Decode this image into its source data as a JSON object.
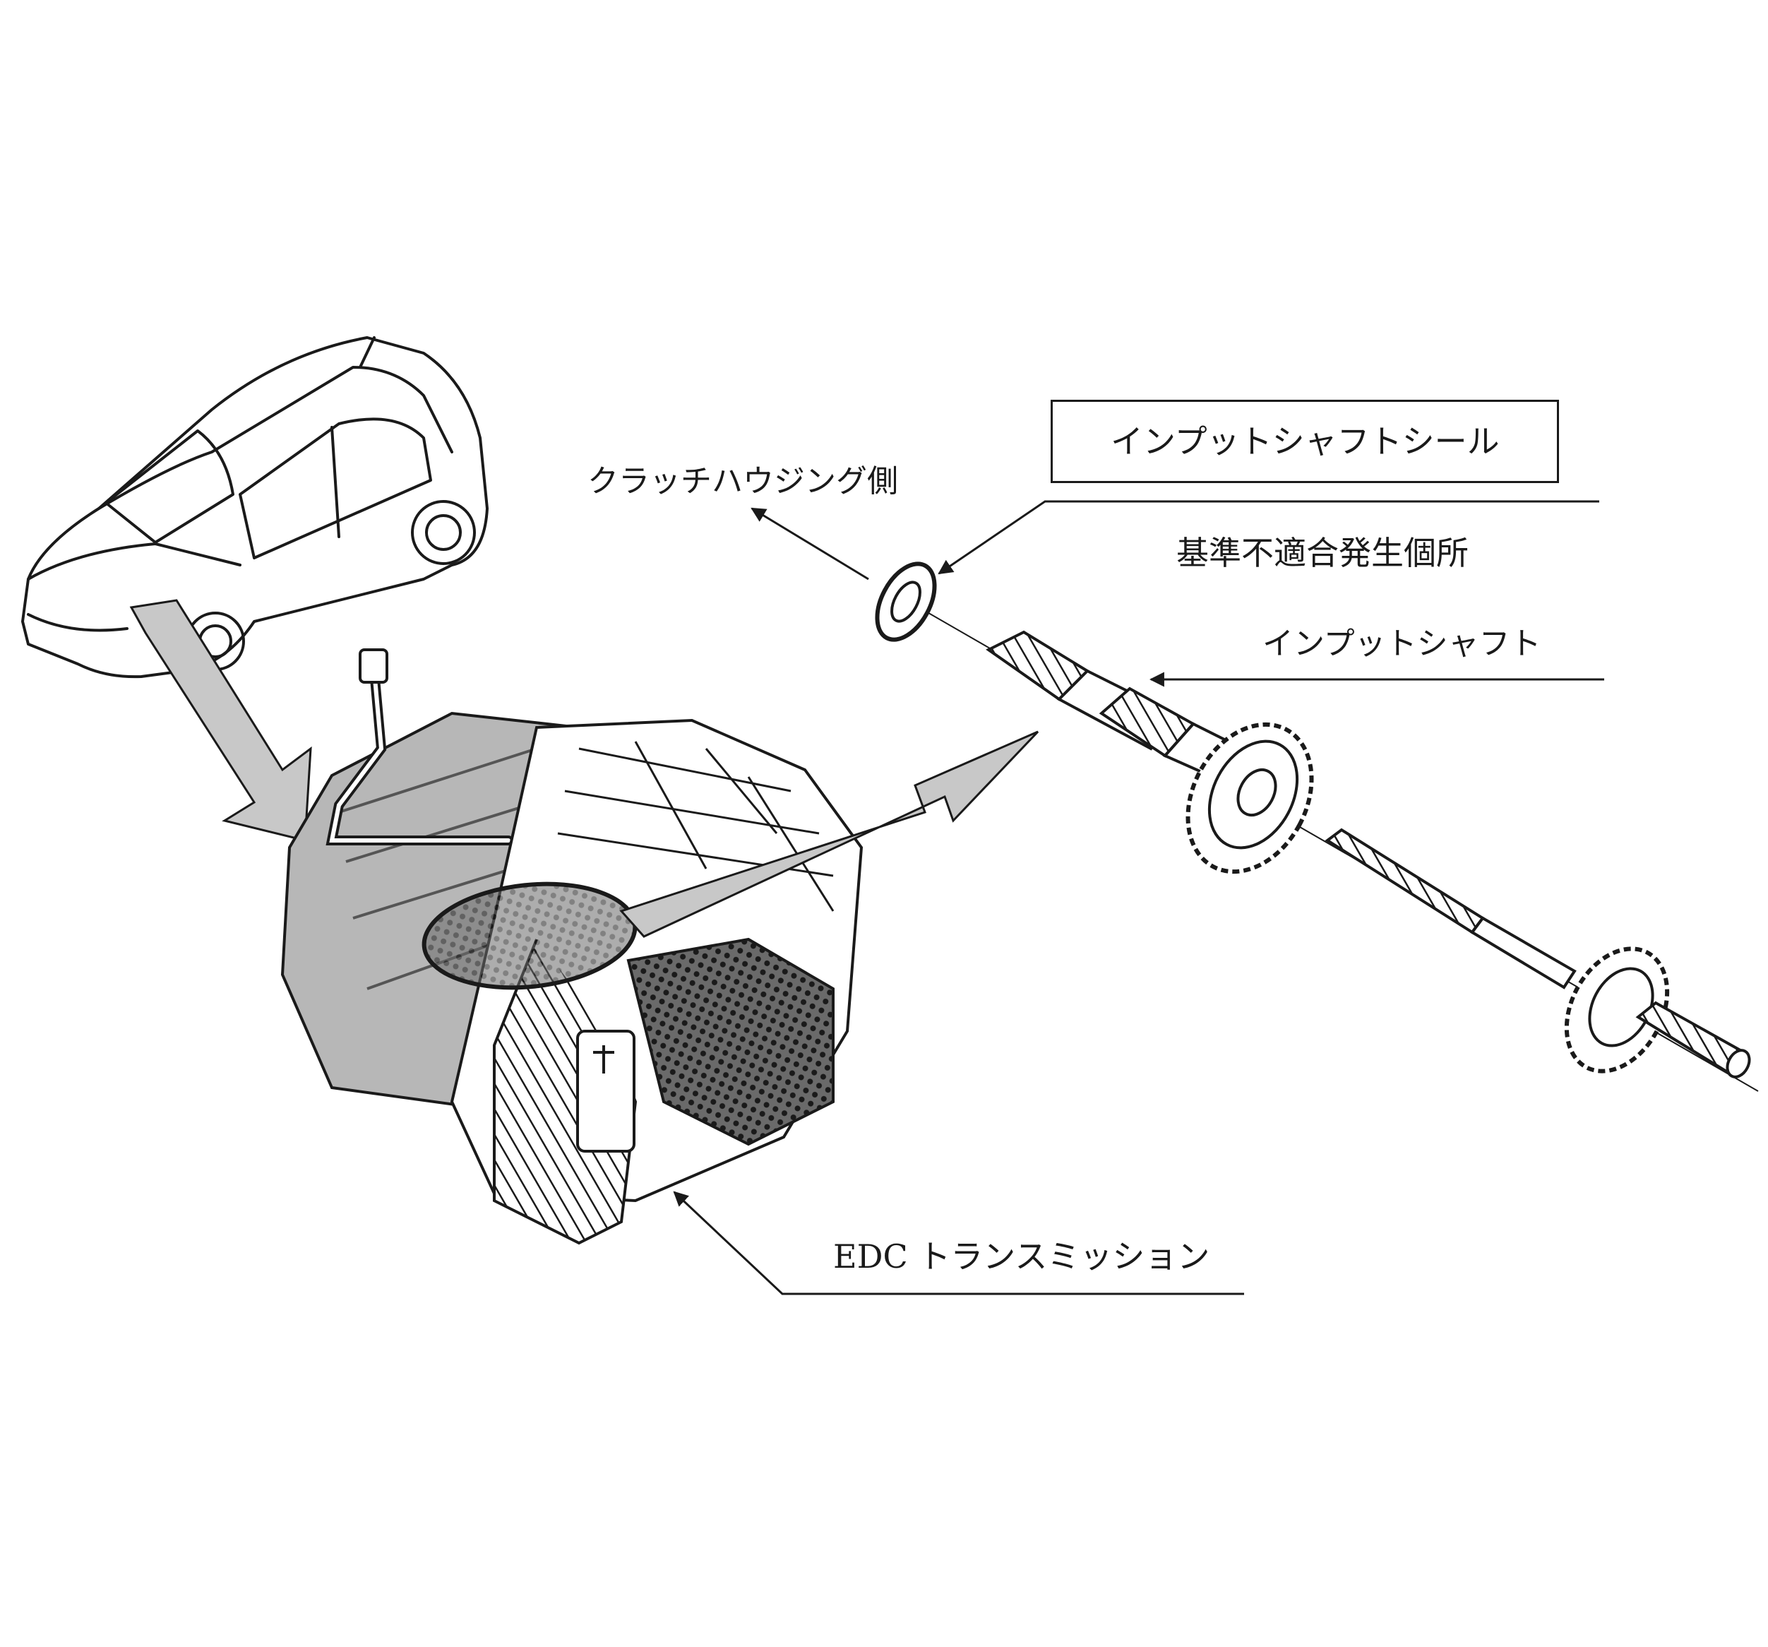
{
  "labels": {
    "clutch_side": "クラッチハウジング側",
    "input_shaft_seal": "インプットシャフトシール",
    "defect_location": "基準不適合発生個所",
    "input_shaft": "インプットシャフト",
    "edc_transmission": "EDC トランスミッション"
  },
  "colors": {
    "line": "#1a1a1a",
    "arrow_fill": "#c8c8c8",
    "housing_fill": "#b7b7b7",
    "background": "#ffffff"
  },
  "icons": {
    "car": "car-illustration",
    "transmission": "transmission-illustration",
    "shaft": "input-shaft-illustration"
  }
}
